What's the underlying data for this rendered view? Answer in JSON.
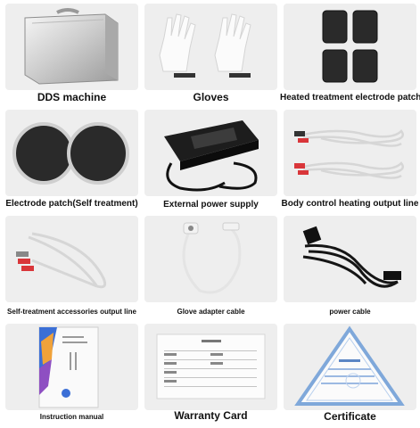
{
  "items": [
    {
      "caption": "DDS machine",
      "icon": "aluminum-case"
    },
    {
      "caption": "Gloves",
      "icon": "white-gloves"
    },
    {
      "caption": "Heated treatment electrode patch",
      "icon": "square-electrode-pads"
    },
    {
      "caption": "Electrode patch(Self treatment)",
      "icon": "round-electrode-pads"
    },
    {
      "caption": "External power supply",
      "icon": "power-adapter"
    },
    {
      "caption": "Body control heating output line",
      "icon": "output-cables"
    },
    {
      "caption": "Self-treatment accessories output line",
      "icon": "accessory-cable"
    },
    {
      "caption": "Glove adapter cable",
      "icon": "adapter-cable"
    },
    {
      "caption": "power cable",
      "icon": "power-cord"
    },
    {
      "caption": "Instruction manual",
      "icon": "booklet"
    },
    {
      "caption": "Warranty Card",
      "icon": "warranty-card"
    },
    {
      "caption": "Certificate",
      "icon": "certificate"
    }
  ],
  "colors": {
    "tile": "#eeeeee",
    "caption": "#111111",
    "pad": "#2a2a2a",
    "cable": "#d6d6d6",
    "plug_red": "#d9363a"
  }
}
